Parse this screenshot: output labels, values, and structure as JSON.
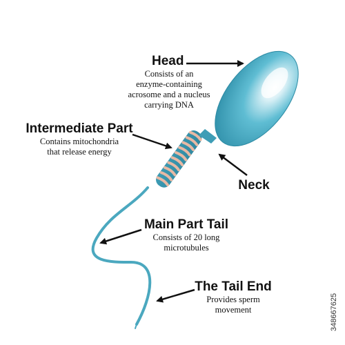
{
  "labels": {
    "head": {
      "title": "Head",
      "desc": "Consists of an\nenzyme-containing\nacrosome and a nucleus\ncarrying DNA"
    },
    "intermediate": {
      "title": "Intermediate Part",
      "desc": "Contains mitochondria\nthat release energy"
    },
    "neck": {
      "title": "Neck"
    },
    "main_tail": {
      "title": "Main Part Tail",
      "desc": "Consists of 20 long\nmicrotubules"
    },
    "tail_end": {
      "title": "The Tail End",
      "desc": "Provides sperm\nmovement"
    }
  },
  "stock_id": "348667625",
  "colors": {
    "head": "#3fa5bd",
    "tail": "#4ba8bf",
    "midpiece_stripe": "#e8b9a4",
    "arrow": "#111111"
  }
}
